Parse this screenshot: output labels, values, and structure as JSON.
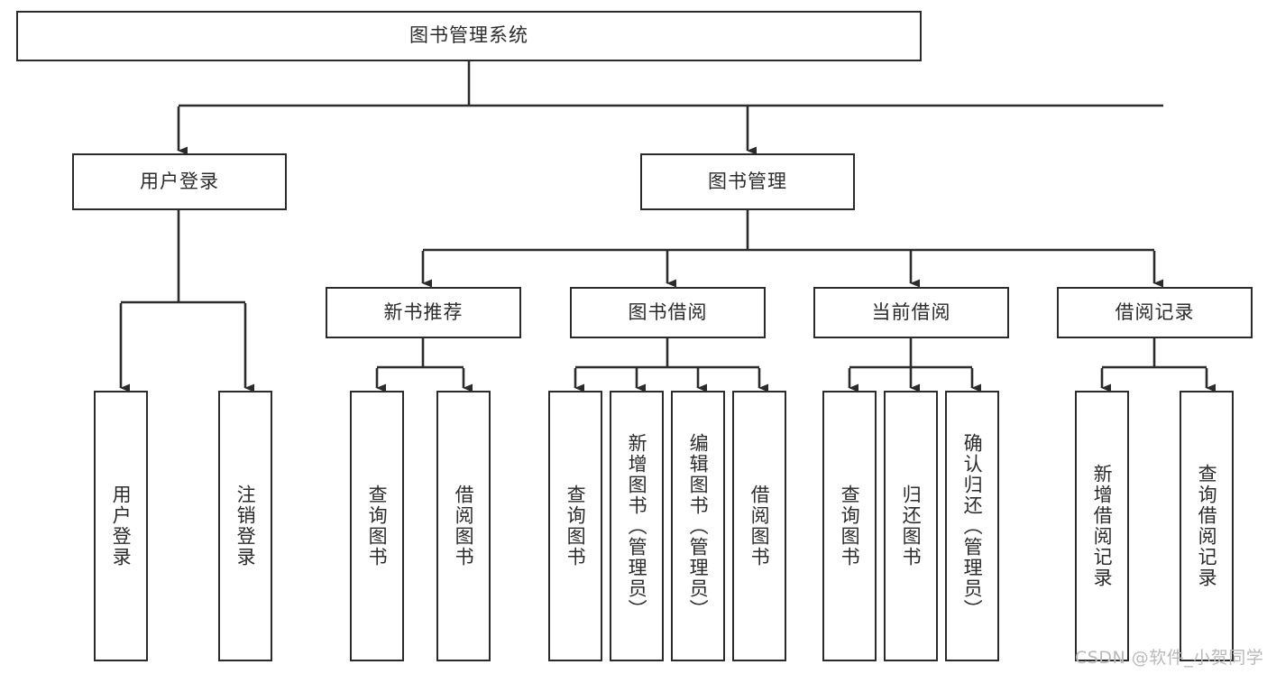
{
  "diagram": {
    "title": "图书管理系统",
    "type": "tree-hierarchy-chart",
    "colors": {
      "stroke": "#2b2b2b",
      "fill": "#ffffff",
      "text": "#2b2b2b",
      "watermark": "#b9b9b9"
    },
    "levels": {
      "level1": [
        "图书管理系统"
      ],
      "level2": [
        "用户登录",
        "图书管理"
      ],
      "level3": [
        "新书推荐",
        "图书借阅",
        "当前借阅",
        "借阅记录"
      ],
      "level4": [
        "用户登录",
        "注销登录",
        "查询图书",
        "借阅图书",
        "查询图书",
        "新增图书（管理员）",
        "编辑图书（管理员）",
        "借阅图书",
        "查询图书",
        "归还图书",
        "确认归还（管理员）",
        "新增借阅记录",
        "查询借阅记录"
      ]
    }
  },
  "nodes": {
    "root": {
      "label": "图书管理系统"
    },
    "user_login": {
      "label": "用户登录"
    },
    "book_manage": {
      "label": "图书管理"
    },
    "new_book_rec": {
      "label": "新书推荐"
    },
    "book_borrow": {
      "label": "图书借阅"
    },
    "current_borrow": {
      "label": "当前借阅"
    },
    "borrow_record": {
      "label": "借阅记录"
    },
    "leaf_user_login": {
      "label": "用户登录"
    },
    "leaf_logout": {
      "label": "注销登录"
    },
    "leaf_query_book_1": {
      "label": "查询图书"
    },
    "leaf_borrow_book_1": {
      "label": "借阅图书"
    },
    "leaf_query_book_2": {
      "label": "查询图书"
    },
    "leaf_add_book": {
      "label": "新增图书（管理员）"
    },
    "leaf_edit_book": {
      "label": "编辑图书（管理员）"
    },
    "leaf_borrow_book_2": {
      "label": "借阅图书"
    },
    "leaf_query_book_3": {
      "label": "查询图书"
    },
    "leaf_return_book": {
      "label": "归还图书"
    },
    "leaf_confirm_return": {
      "label": "确认归还（管理员）"
    },
    "leaf_add_record": {
      "label": "新增借阅记录"
    },
    "leaf_query_record": {
      "label": "查询借阅记录"
    }
  },
  "watermark": {
    "text": "CSDN @软件_小贺同学"
  }
}
